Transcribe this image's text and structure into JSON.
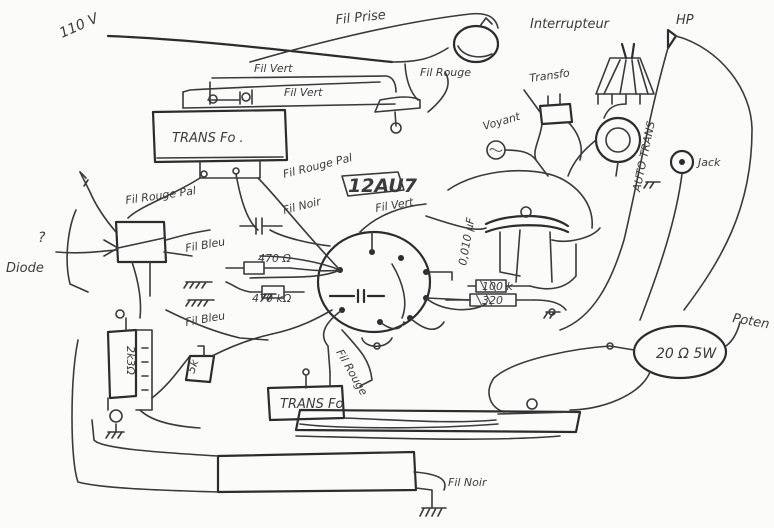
{
  "labels": {
    "mains": "110 V",
    "fil_prise": "Fil Prise",
    "interrupteur": "Interrupteur",
    "fil_vert_1": "Fil Vert",
    "fil_vert_2": "Fil Vert",
    "fil_rouge_top": "Fil Rouge",
    "transfo_top": "TRANS Fo .",
    "fil_rouge_pale_right": "Fil Rouge Pal",
    "fil_rouge_pale_left": "Fil Rouge Pal",
    "tube": "12AU7",
    "fil_noir_mid": "Fil Noir",
    "fil_vert_mid": "Fil Vert",
    "fil_bleu_1": "Fil Bleu",
    "fil_bleu_2": "Fil Bleu",
    "diode_q": "?",
    "diode": "Diode",
    "r470_1": "470 Ω",
    "r470_2": "470 kΩ",
    "r2k3": "2k3Ω",
    "c5k": "5k",
    "voyant": "Voyant",
    "transfo_sm": "Transfo",
    "autotransfo": "AUTO TRANS",
    "hp": "HP",
    "jack": "Jack",
    "c_010": "0,010 µF",
    "r100k": "100 k",
    "r320": "320",
    "poten": "Poten",
    "pot_value": "20 Ω 5W",
    "fil_rouge_low": "Fil Rouge",
    "transfo_bottom": "TRANS Fo",
    "fil_noir_bottom": "Fil Noir"
  }
}
